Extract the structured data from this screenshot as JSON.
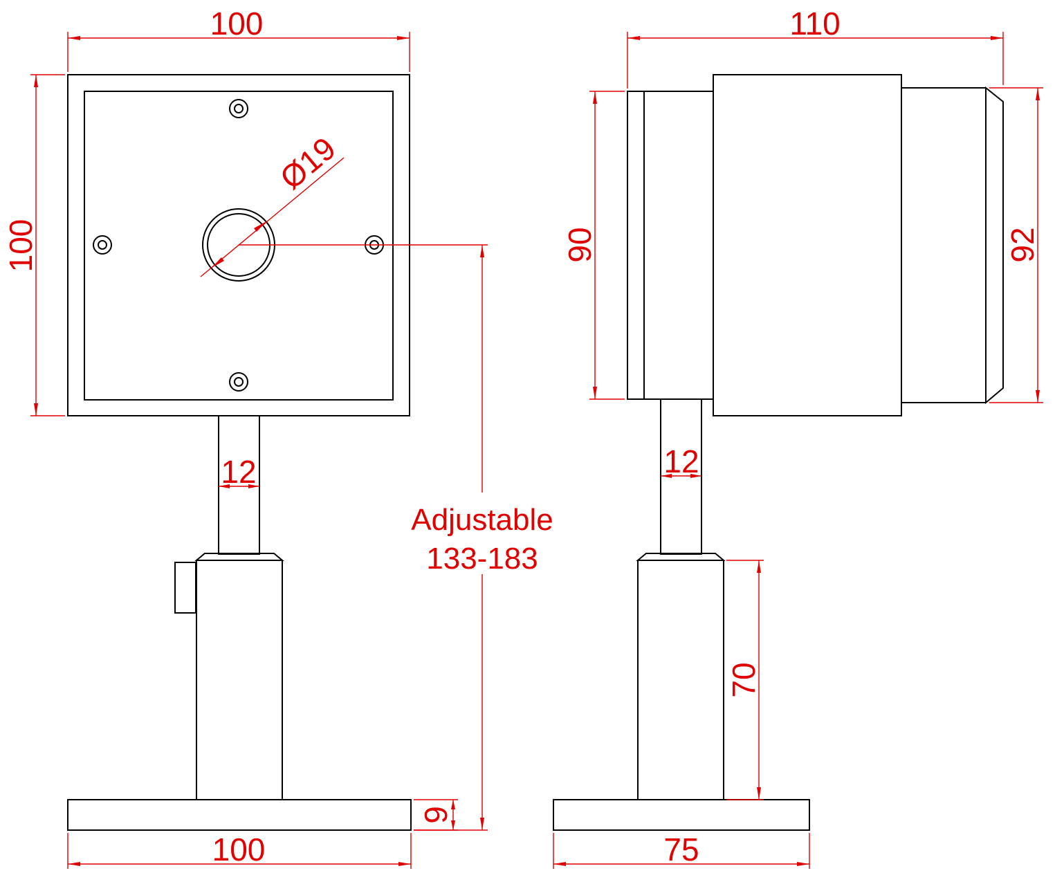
{
  "front_view": {
    "dim_top_width": "100",
    "dim_left_height": "100",
    "dim_aperture": "Ø19",
    "dim_post_width": "12",
    "dim_base_width": "100",
    "dim_base_thickness": "9",
    "adjustable_label": "Adjustable",
    "adjustable_range": "133-183"
  },
  "side_view": {
    "dim_top_length": "110",
    "dim_left_height": "90",
    "dim_right_height": "92",
    "dim_post_width": "12",
    "dim_holder_height": "70",
    "dim_base_width": "75"
  },
  "colors": {
    "dimension": "#e00000",
    "outline": "#000000",
    "background": "#ffffff"
  }
}
